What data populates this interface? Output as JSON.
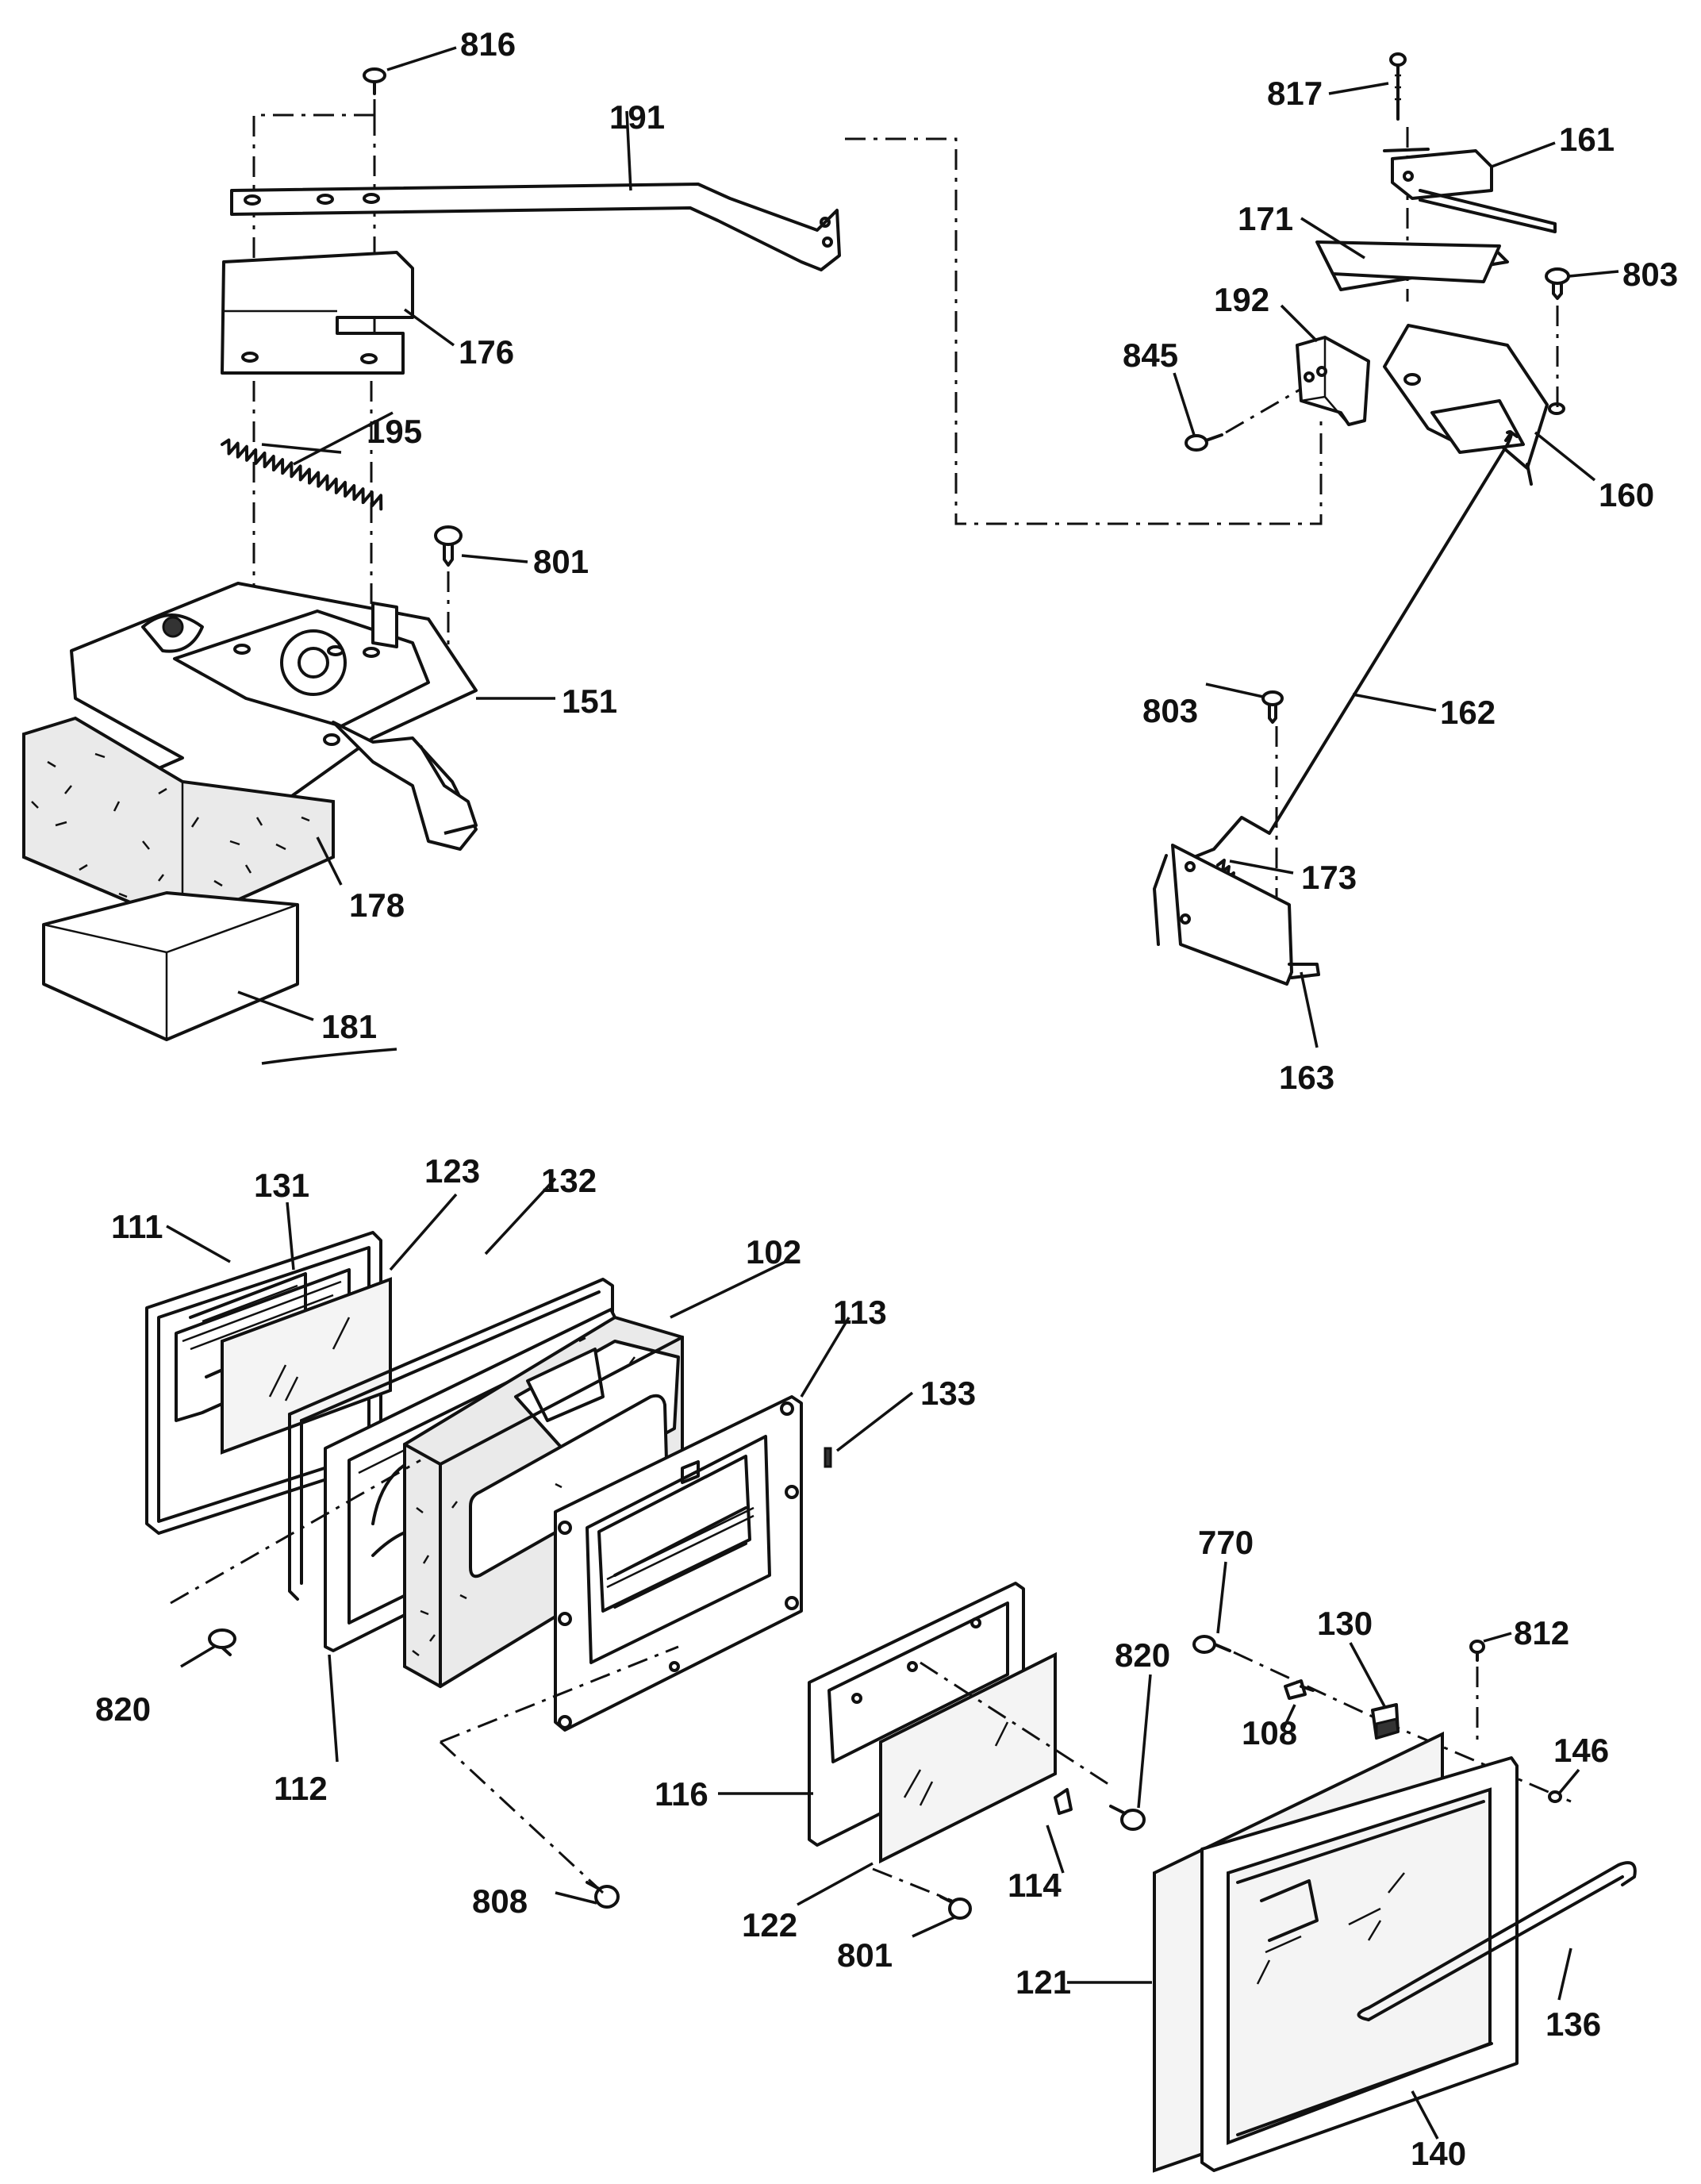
{
  "diagram": {
    "type": "exploded-parts-view",
    "labels": {
      "p816": "816",
      "p191": "191",
      "p176": "176",
      "p195": "195",
      "p801a": "801",
      "p151": "151",
      "p178": "178",
      "p181": "181",
      "p817": "817",
      "p161": "161",
      "p171": "171",
      "p803a": "803",
      "p192": "192",
      "p845": "845",
      "p160": "160",
      "p162": "162",
      "p803b": "803",
      "p173": "173",
      "p163": "163",
      "p131": "131",
      "p123": "123",
      "p132": "132",
      "p111": "111",
      "p102": "102",
      "p113": "113",
      "p133": "133",
      "p820a": "820",
      "p112": "112",
      "p770": "770",
      "p130": "130",
      "p812": "812",
      "p820b": "820",
      "p146": "146",
      "p108": "108",
      "p116": "116",
      "p114": "114",
      "p808": "808",
      "p122": "122",
      "p801b": "801",
      "p121": "121",
      "p136": "136",
      "p140": "140"
    }
  }
}
